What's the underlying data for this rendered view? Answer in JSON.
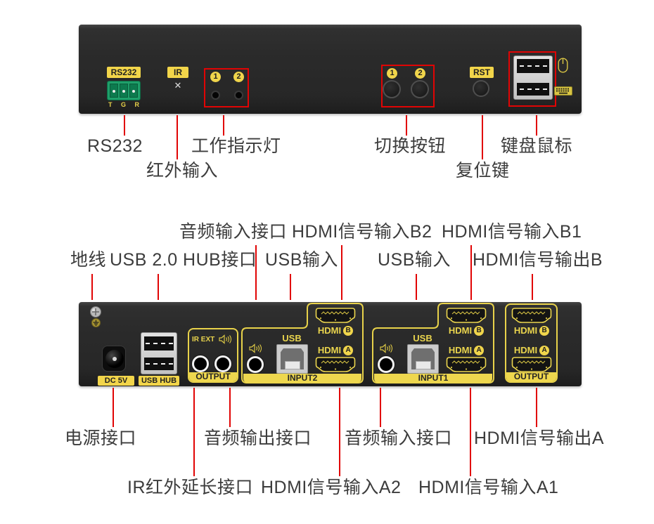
{
  "colors": {
    "annotation_red": "#e10404",
    "accent_yellow": "#f0d54b",
    "panel_dark": "#2a2a2a",
    "terminal_green": "#1ea06a",
    "label_text": "#3c3c3c"
  },
  "front_panel": {
    "rs232_tag": "RS232",
    "pin_t": "T",
    "pin_g": "G",
    "pin_r": "R",
    "ir_tag": "IR",
    "ir_mark": "✕",
    "led1": "1",
    "led2": "2",
    "btn1": "1",
    "btn2": "2",
    "rst_tag": "RST"
  },
  "front_labels": {
    "rs232": "RS232",
    "ir_input": "红外输入",
    "work_led": "工作指示灯",
    "switch_btn": "切换按钮",
    "reset_key": "复位键",
    "kb_mouse": "键盘鼠标"
  },
  "back_panel": {
    "dc_tag": "DC 5V",
    "usb_hub_tag": "USB HUB",
    "output_left": {
      "ir_ext": "IR EXT",
      "bar": "OUTPUT"
    },
    "input2": {
      "usb": "USB",
      "hdmi": "HDMI",
      "port_b": "B",
      "port_a": "A",
      "bar": "INPUT2"
    },
    "input1": {
      "usb": "USB",
      "hdmi": "HDMI",
      "port_b": "B",
      "port_a": "A",
      "bar": "INPUT1"
    },
    "output_right": {
      "hdmi": "HDMI",
      "port_b": "B",
      "port_a": "A",
      "bar": "OUTPUT"
    }
  },
  "back_labels_top": {
    "audio_in": "音频输入接口",
    "hdmi_in_b2": "HDMI信号输入B2",
    "hdmi_in_b1": "HDMI信号输入B1",
    "ground": "地线",
    "usb_hub": "USB 2.0 HUB接口",
    "usb_in_2": "USB输入",
    "usb_in_1": "USB输入",
    "hdmi_out_b": "HDMI信号输出B"
  },
  "back_labels_bottom": {
    "power": "电源接口",
    "audio_out": "音频输出接口",
    "audio_in": "音频输入接口",
    "hdmi_out_a": "HDMI信号输出A",
    "ir_ext": "IR红外延长接口",
    "hdmi_in_a2": "HDMI信号输入A2",
    "hdmi_in_a1": "HDMI信号输入A1"
  }
}
